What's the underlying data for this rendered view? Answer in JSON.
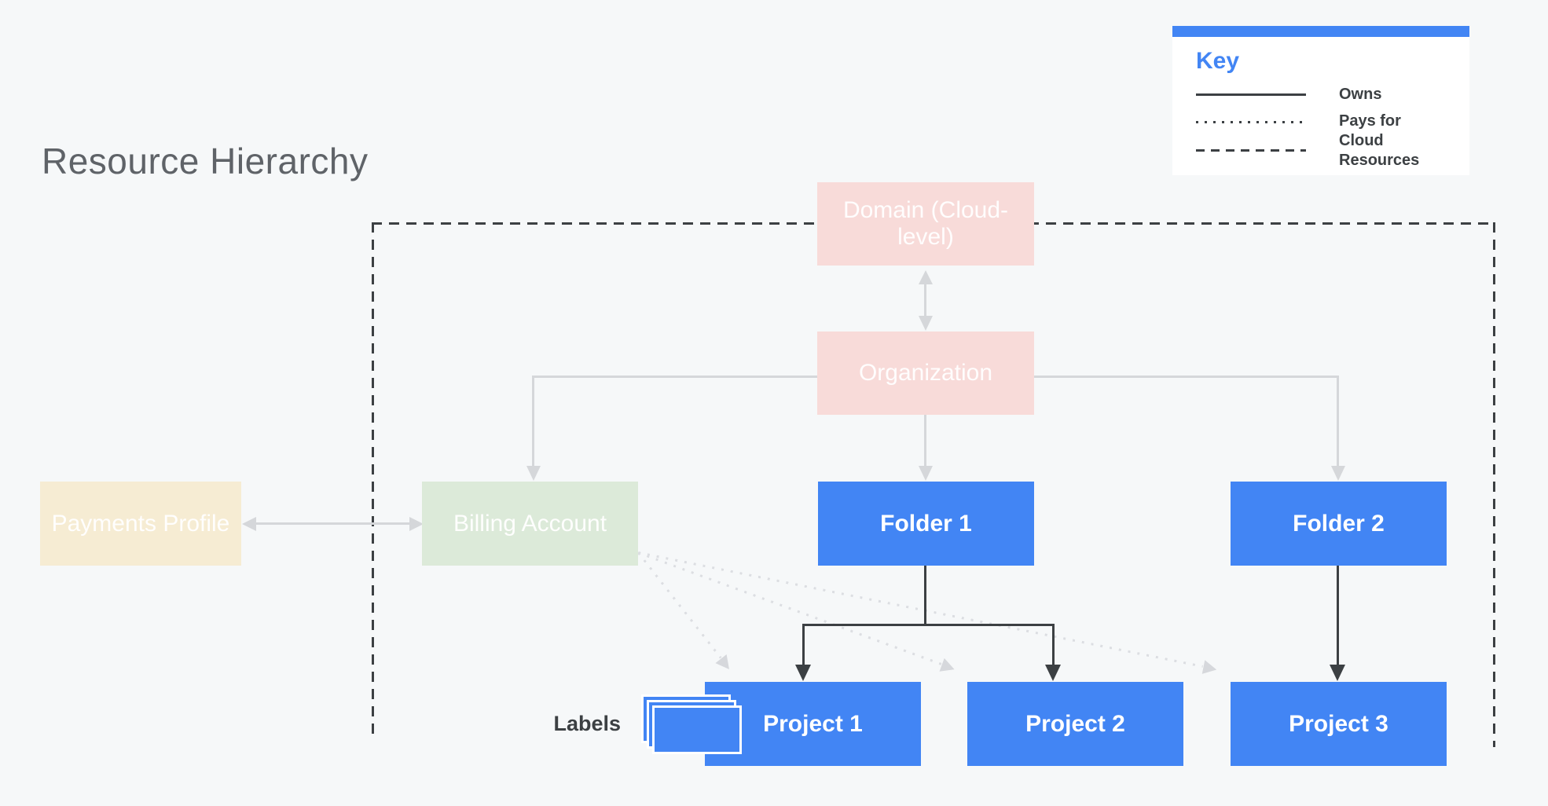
{
  "title": "Resource Hierarchy",
  "key": {
    "title": "Key",
    "items": [
      {
        "label": "Owns",
        "line_style": "solid"
      },
      {
        "label": "Pays for",
        "line_style": "dotted"
      },
      {
        "label": "Cloud Resources",
        "line_style": "dashed"
      }
    ]
  },
  "nodes": {
    "domain": {
      "label": "Domain (Cloud-level)",
      "style": "pink-faded"
    },
    "organization": {
      "label": "Organization",
      "style": "pink-faded"
    },
    "payments_profile": {
      "label": "Payments Profile",
      "style": "cream-faded"
    },
    "billing_account": {
      "label": "Billing Account",
      "style": "green-faded"
    },
    "folder1": {
      "label": "Folder 1",
      "style": "blue"
    },
    "folder2": {
      "label": "Folder 2",
      "style": "blue"
    },
    "project1": {
      "label": "Project 1",
      "style": "blue"
    },
    "project2": {
      "label": "Project 2",
      "style": "blue"
    },
    "project3": {
      "label": "Project 3",
      "style": "blue"
    }
  },
  "annotations": {
    "labels_caption": "Labels"
  },
  "relationships": [
    {
      "from": "Domain (Cloud-level)",
      "to": "Organization",
      "type": "owns",
      "bidirectional": true
    },
    {
      "from": "Payments Profile",
      "to": "Billing Account",
      "type": "owns",
      "bidirectional": true
    },
    {
      "from": "Organization",
      "to": "Billing Account",
      "type": "owns"
    },
    {
      "from": "Organization",
      "to": "Folder 1",
      "type": "owns"
    },
    {
      "from": "Organization",
      "to": "Folder 2",
      "type": "owns"
    },
    {
      "from": "Folder 1",
      "to": "Project 1",
      "type": "owns"
    },
    {
      "from": "Folder 1",
      "to": "Project 2",
      "type": "owns"
    },
    {
      "from": "Folder 2",
      "to": "Project 3",
      "type": "owns"
    },
    {
      "from": "Billing Account",
      "to": "Project 1",
      "type": "pays_for"
    },
    {
      "from": "Billing Account",
      "to": "Project 2",
      "type": "pays_for"
    },
    {
      "from": "Billing Account",
      "to": "Project 3",
      "type": "pays_for"
    }
  ],
  "cloud_boundary": {
    "style": "dashed",
    "key_label": "Cloud Resources"
  },
  "colors": {
    "background": "#f6f8f9",
    "blue": "#4285f4",
    "pink": "#f8dbd9",
    "green": "#dcead9",
    "cream": "#f6ecd3",
    "dark_line": "#3c4043",
    "light_line": "#d5d7da",
    "dotted_line": "#dcdee2",
    "dotted_arrow": "#d6d8dc",
    "title_text": "#5f6368",
    "key_accent": "#4285f4",
    "panel_bg": "#ffffff"
  }
}
